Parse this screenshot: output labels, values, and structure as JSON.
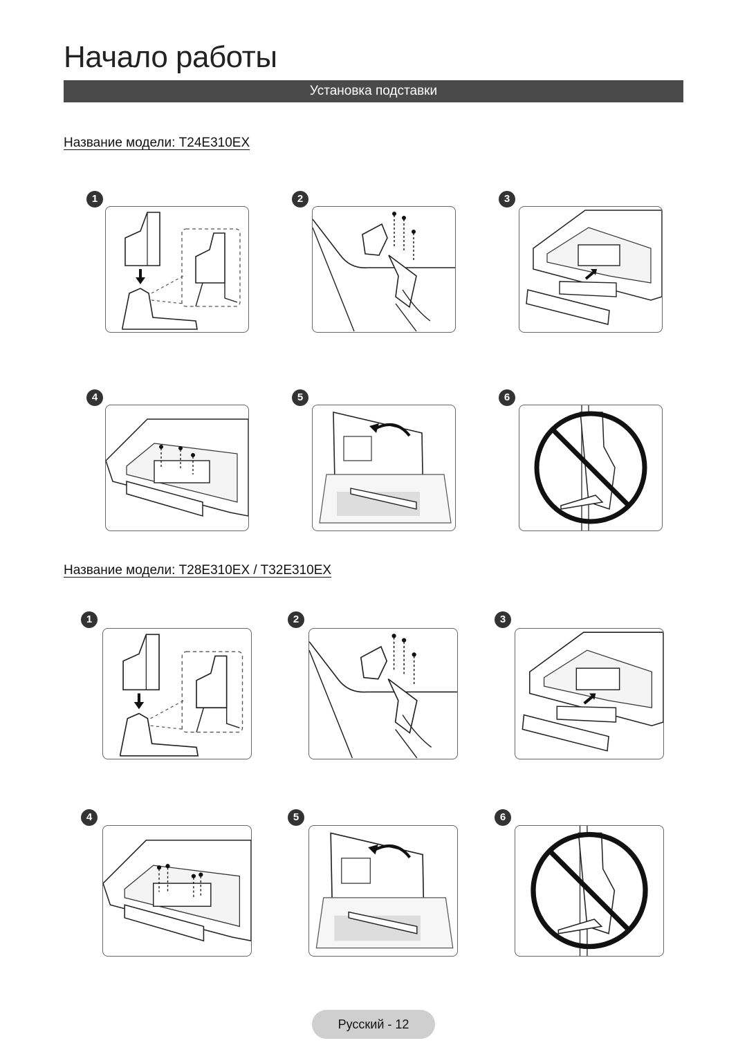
{
  "page": {
    "title": "Начало работы",
    "section_title": "Установка подставки",
    "footer": "Русский - 12"
  },
  "models": [
    {
      "heading": "Название модели: T24E310EX",
      "steps": [
        "1",
        "2",
        "3",
        "4",
        "5",
        "6"
      ]
    },
    {
      "heading": "Название модели: T28E310EX / T32E310EX",
      "steps": [
        "1",
        "2",
        "3",
        "4",
        "5",
        "6"
      ]
    }
  ]
}
